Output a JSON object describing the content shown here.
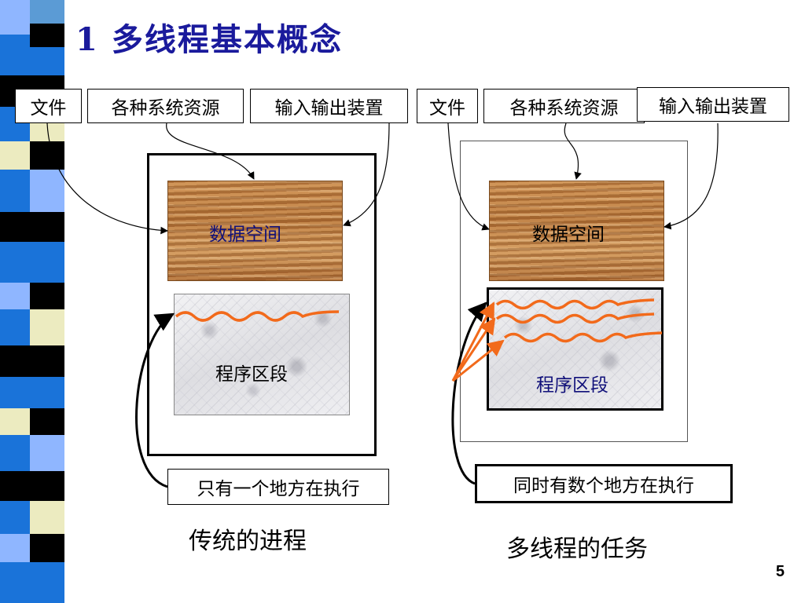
{
  "title": {
    "number": "1",
    "text": "多线程基本概念"
  },
  "left": {
    "labels": {
      "file": "文件",
      "resources": "各种系统资源",
      "io": "输入输出装置"
    },
    "data_space": "数据空间",
    "program_segment": "程序区段",
    "execution_note": "只有一个地方在执行",
    "caption": "传统的进程"
  },
  "right": {
    "labels": {
      "file": "文件",
      "resources": "各种系统资源",
      "io": "输入输出装置"
    },
    "data_space": "数据空间",
    "program_segment": "程序区段",
    "execution_note": "同时有数个地方在执行",
    "caption": "多线程的任务"
  },
  "page_number": "5",
  "colors": {
    "title": "#1a1a9c",
    "thread_wave": "#f26a1b",
    "data_text_left": "#10107a",
    "program_text_right": "#10107a"
  }
}
